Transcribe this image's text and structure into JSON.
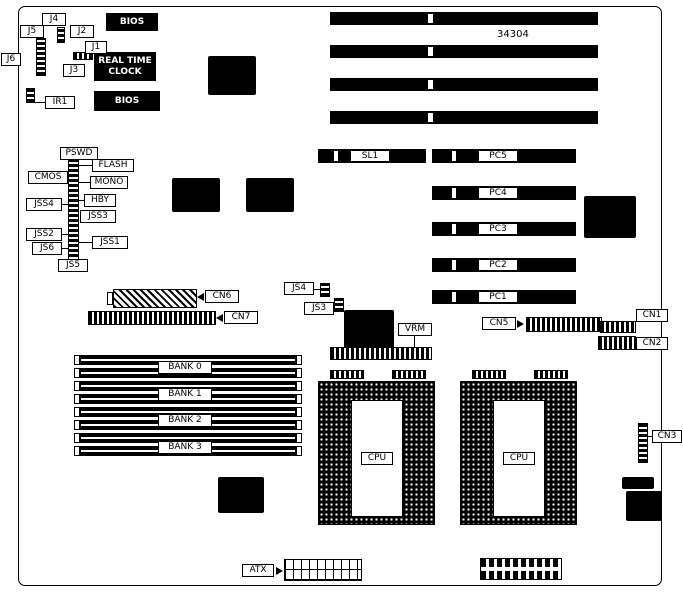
{
  "board": {
    "part_number": "34304"
  },
  "chips": {
    "bios_top": "BIOS",
    "bios_bottom": "BIOS",
    "rtc_line1": "REAL TIME",
    "rtc_line2": "CLOCK"
  },
  "jumpers": {
    "j1": "J1",
    "j2": "J2",
    "j3": "J3",
    "j4": "J4",
    "j5": "J5",
    "j6": "J6",
    "ir1": "IR1",
    "pswd": "PSWD",
    "flash": "FLASH",
    "cmos": "CMOS",
    "mon1": "MONO",
    "hby": "HBY",
    "jss1": "JSS1",
    "jss2": "JSS2",
    "jss3": "JSS3",
    "jss4": "JSS4",
    "js3": "JS3",
    "js4": "JS4",
    "js5": "JS5",
    "js6": "JS6"
  },
  "slots": {
    "sl1": "SL1",
    "pc1": "PC1",
    "pc2": "PC2",
    "pc3": "PC3",
    "pc4": "PC4",
    "pc5": "PC5"
  },
  "connectors": {
    "cn1": "CN1",
    "cn2": "CN2",
    "cn3": "CN3",
    "cn5": "CN5",
    "cn6": "CN6",
    "cn7": "CN7",
    "vrm": "VRM",
    "atx": "ATX"
  },
  "memory": {
    "bank0": "BANK 0",
    "bank1": "BANK 1",
    "bank2": "BANK 2",
    "bank3": "BANK 3"
  },
  "cpu": {
    "cpu1": "CPU",
    "cpu2": "CPU"
  }
}
